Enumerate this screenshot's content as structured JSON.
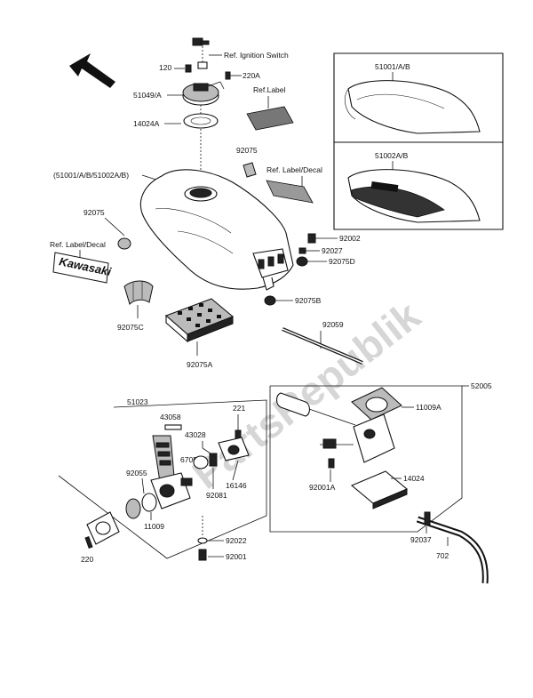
{
  "labels": {
    "ref_ignition_switch": "Ref. Ignition Switch",
    "p120": "120",
    "p220a": "220A",
    "p51049a": "51049/A",
    "ref_label": "Ref.Label",
    "p14024a": "14024A",
    "p51001ab": "51001/A/B",
    "p51002ab": "51002A/B",
    "p92075_top": "92075",
    "ref_label_decal_right": "Ref. Label/Decal",
    "tank_ref": "(51001/A/B/51002A/B)",
    "p92075_left": "92075",
    "ref_label_decal_left": "Ref. Label/Decal",
    "p92002": "92002",
    "p92027": "92027",
    "p92075d": "92075D",
    "p92075b": "92075B",
    "p92075c": "92075C",
    "p92059": "92059",
    "p92075a": "92075A",
    "p51023": "51023",
    "p43058": "43058",
    "p221": "221",
    "p43028": "43028",
    "p670r": "670R",
    "p92055": "92055",
    "p92081": "92081",
    "p16146": "16146",
    "p11009": "11009",
    "p92022": "92022",
    "p220": "220",
    "p92001": "92001",
    "p11009a": "11009A",
    "p52005": "52005",
    "p14024": "14024",
    "p92001a": "92001A",
    "p92037": "92037",
    "p702": "702"
  },
  "decal_text": "Kawasaki",
  "watermark": "PartsRepublik",
  "icons": {
    "direction_arrow": "front-direction-arrow-icon"
  }
}
